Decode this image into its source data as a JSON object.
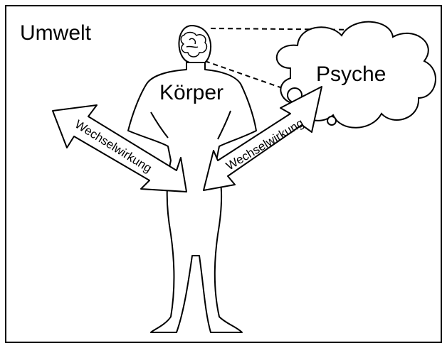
{
  "labels": {
    "environment": "Umwelt",
    "body": "Körper",
    "psyche": "Psyche",
    "interaction_left": "Wechselwirkung",
    "interaction_right": "Wechselwirkung"
  },
  "colors": {
    "stroke": "#000000",
    "fill": "#ffffff"
  }
}
